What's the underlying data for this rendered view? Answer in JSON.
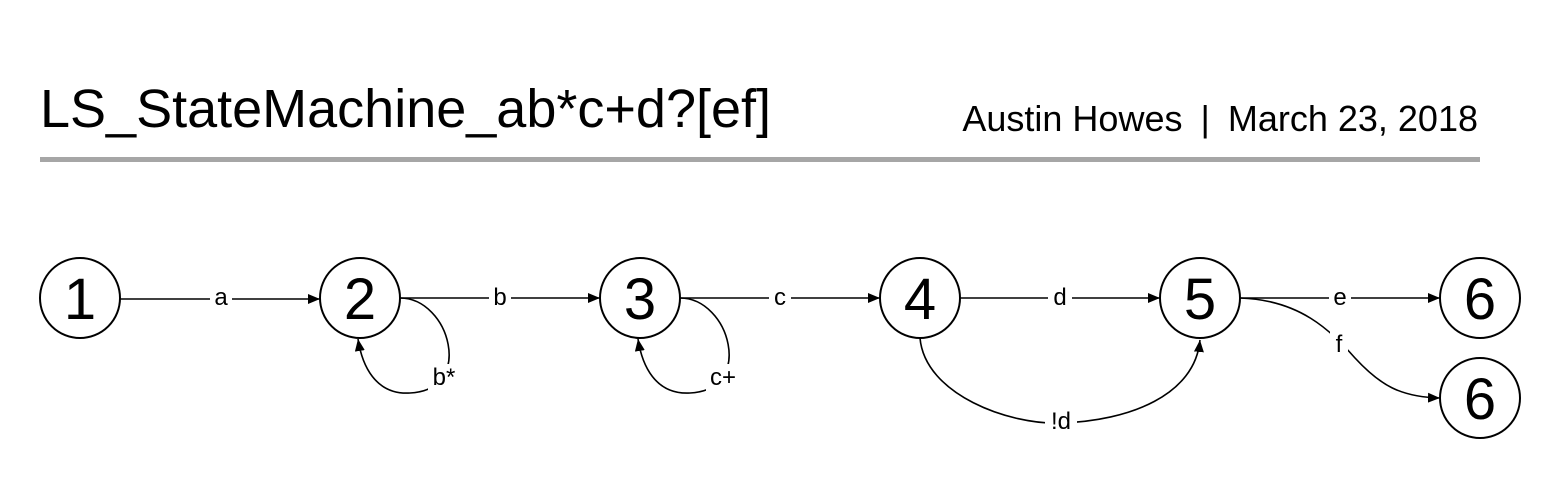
{
  "header": {
    "title": "LS_StateMachine_ab*c+d?[ef]",
    "author": "Austin Howes",
    "separator": "|",
    "date": "March 23, 2018"
  },
  "diagram": {
    "states": [
      {
        "id": "s1",
        "label": "1"
      },
      {
        "id": "s2",
        "label": "2"
      },
      {
        "id": "s3",
        "label": "3"
      },
      {
        "id": "s4",
        "label": "4"
      },
      {
        "id": "s5",
        "label": "5"
      },
      {
        "id": "s6a",
        "label": "6"
      },
      {
        "id": "s6b",
        "label": "6"
      }
    ],
    "transitions": [
      {
        "from": "s1",
        "to": "s2",
        "label": "a"
      },
      {
        "from": "s2",
        "to": "s3",
        "label": "b"
      },
      {
        "from": "s2",
        "to": "s2",
        "label": "b*"
      },
      {
        "from": "s3",
        "to": "s4",
        "label": "c"
      },
      {
        "from": "s3",
        "to": "s3",
        "label": "c+"
      },
      {
        "from": "s4",
        "to": "s5",
        "label": "d"
      },
      {
        "from": "s4",
        "to": "s5",
        "label": "!d"
      },
      {
        "from": "s5",
        "to": "s6a",
        "label": "e"
      },
      {
        "from": "s5",
        "to": "s6b",
        "label": "f"
      }
    ]
  }
}
